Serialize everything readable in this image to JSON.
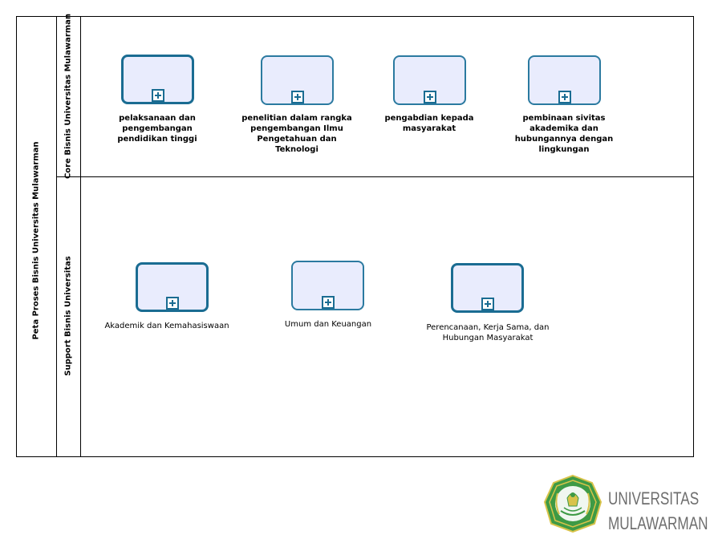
{
  "pool": {
    "title": "Peta Proses Bisnis Universitas Mulawarman"
  },
  "lanes": [
    {
      "title": "Core Bisnis Universitas Mulawarman"
    },
    {
      "title": "Support Bisnis Universitas"
    }
  ],
  "core_tasks": [
    {
      "label_lines": [
        "pelaksanaan dan",
        "pengembangan",
        "pendidikan tinggi"
      ]
    },
    {
      "label_lines": [
        "penelitian dalam rangka",
        "pengembangan Ilmu",
        "Pengetahuan dan",
        "Teknologi"
      ]
    },
    {
      "label_lines": [
        "pengabdian kepada",
        "masyarakat"
      ]
    },
    {
      "label_lines": [
        "pembinaan sivitas",
        "akademika dan",
        "hubungannya dengan",
        "lingkungan"
      ]
    }
  ],
  "support_tasks": [
    {
      "label_lines": [
        "Akademik dan Kemahasiswaan"
      ]
    },
    {
      "label_lines": [
        "Umum dan Keuangan"
      ]
    },
    {
      "label_lines": [
        "Perencanaan, Kerja Sama, dan",
        "Hubungan Masyarakat"
      ]
    }
  ],
  "logo": {
    "line1": "UNIVERSITAS",
    "line2": "MULAWARMAN",
    "emblem": "mulawarman-emblem-icon"
  },
  "colors": {
    "task_border": "#1a6c92",
    "task_fill": "#e9ecfd",
    "logo_green": "#3e9a45",
    "logo_gold": "#d8c34a"
  }
}
